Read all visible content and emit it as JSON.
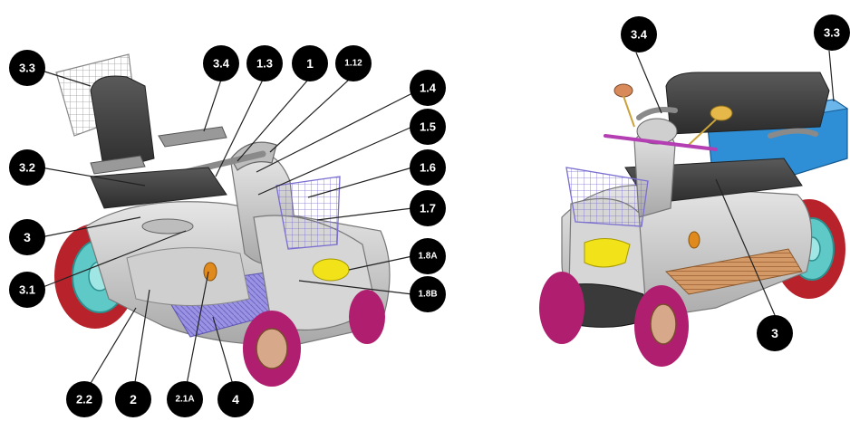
{
  "left_view": {
    "callouts": {
      "c_3_3": "3.3",
      "c_3_4": "3.4",
      "c_1_3": "1.3",
      "c_1": "1",
      "c_1_12": "1.12",
      "c_1_4": "1.4",
      "c_1_5": "1.5",
      "c_3_2": "3.2",
      "c_1_6": "1.6",
      "c_1_7": "1.7",
      "c_3": "3",
      "c_1_8a": "1.8A",
      "c_3_1": "3.1",
      "c_1_8b": "1.8B",
      "c_2_2": "2.2",
      "c_2": "2",
      "c_2_1a": "2.1A",
      "c_4": "4"
    }
  },
  "right_view": {
    "callouts": {
      "c_3_4": "3.4",
      "c_3_3": "3.3",
      "c_3": "3"
    }
  },
  "colors": {
    "body": "#c9c9c9",
    "seat": "#3a3a3a",
    "tire_red": "#b8222b",
    "tire_magenta": "#b01f6f",
    "rim_cyan": "#5fc9c7",
    "floor_purple": "#8a83d8",
    "floor_wood": "#c98a5a",
    "headlight": "#f2e21a",
    "box_blue": "#2e8fd6",
    "basket": "#7a6fd0"
  }
}
